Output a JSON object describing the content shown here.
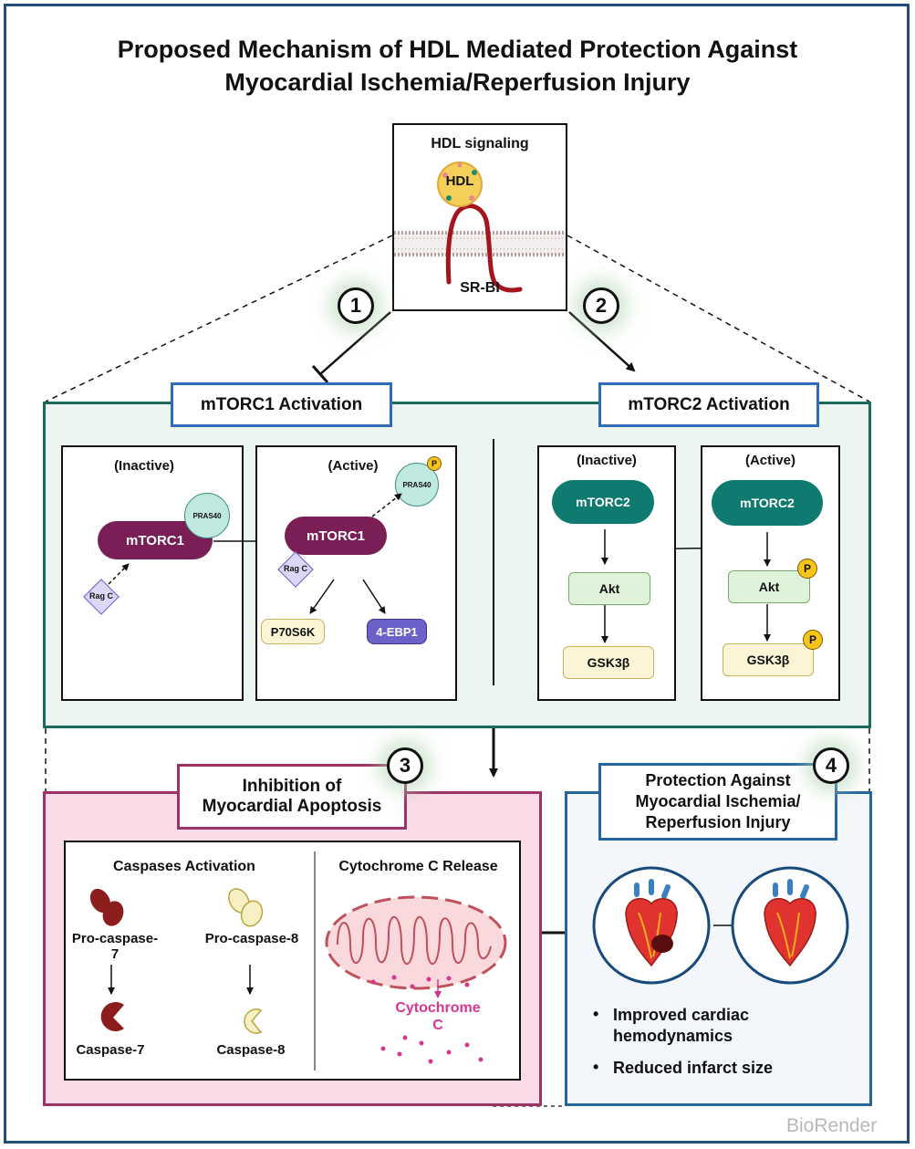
{
  "title": {
    "line1": "Proposed Mechanism of HDL Mediated Protection Against",
    "line2": "Myocardial Ischemia/Reperfusion Injury"
  },
  "hdl_box": {
    "heading": "HDL signaling",
    "hdl_label": "HDL",
    "receptor_label": "SR-BI"
  },
  "steps": {
    "one": "1",
    "two": "2",
    "three": "3",
    "four": "4"
  },
  "mtorc1": {
    "heading": "mTORC1 Activation",
    "inactive": {
      "state": "(Inactive)",
      "complex": "mTORC1",
      "pras40": "PRAS40",
      "ragc": "Rag C"
    },
    "active": {
      "state": "(Active)",
      "complex": "mTORC1",
      "pras40": "PRAS40",
      "phospho": "P",
      "ragc": "Rag C",
      "target1": "P70S6K",
      "target2": "4-EBP1"
    }
  },
  "mtorc2": {
    "heading": "mTORC2 Activation",
    "inactive": {
      "state": "(Inactive)",
      "complex": "mTORC2",
      "akt": "Akt",
      "gsk": "GSK3β"
    },
    "active": {
      "state": "(Active)",
      "complex": "mTORC2",
      "akt": "Akt",
      "gsk": "GSK3β",
      "phospho": "P"
    }
  },
  "apoptosis": {
    "heading_line1": "Inhibition of",
    "heading_line2": "Myocardial Apoptosis",
    "caspases": {
      "heading": "Caspases Activation",
      "pro7": "Pro-caspase-7",
      "pro8": "Pro-caspase-8",
      "c7": "Caspase-7",
      "c8": "Caspase-8"
    },
    "cytochrome": {
      "heading": "Cytochrome C Release",
      "label_line1": "Cytochrome",
      "label_line2": "C"
    }
  },
  "protection": {
    "heading_line1": "Protection Against",
    "heading_line2": "Myocardial Ischemia/",
    "heading_line3": "Reperfusion Injury",
    "bullets": [
      "Improved cardiac hemodynamics",
      "Reduced infarct size"
    ]
  },
  "watermark": "BioRender",
  "colors": {
    "frame": "#1f4e79",
    "mtor_panel_bg": "#edf5f0",
    "mtor_panel_border": "#1a6b5c",
    "mtorc1": "#7a1f55",
    "mtorc2": "#0f7a6f",
    "akt_bg": "#dff3da",
    "gsk_bg": "#fbf4d6",
    "ebp1": "#6a62c9",
    "apoptosis_bg": "#fbdbe7",
    "apoptosis_border": "#9c3266",
    "protection_bg": "#f3f6fb",
    "protection_border": "#24659f",
    "caspase7": "#8c1d1d",
    "caspase8": "#f6f0c4",
    "cytochrome": "#d6368f"
  }
}
